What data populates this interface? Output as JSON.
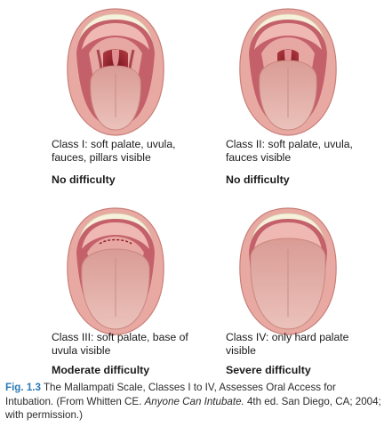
{
  "panels": [
    {
      "class_label": "Class I: soft palate, uvula, fauces, pillars visible",
      "difficulty": "No difficulty",
      "visible_structures": [
        "soft palate",
        "uvula",
        "fauces",
        "pillars"
      ]
    },
    {
      "class_label": "Class II: soft palate, uvula, fauces visible",
      "difficulty": "No difficulty",
      "visible_structures": [
        "soft palate",
        "uvula",
        "fauces"
      ]
    },
    {
      "class_label": "Class III: soft palate, base of uvula visible",
      "difficulty": "Moderate difficulty",
      "visible_structures": [
        "soft palate",
        "base of uvula"
      ]
    },
    {
      "class_label": "Class IV: only hard palate visible",
      "difficulty": "Severe difficulty",
      "visible_structures": [
        "hard palate"
      ]
    }
  ],
  "caption": {
    "figure_number": "Fig. 1.3",
    "text_before_italic": "The Mallampati Scale, Classes I to IV, Assesses Oral Access for Intubation. (From Whitten CE. ",
    "italic_title": "Anyone Can Intubate.",
    "text_after_italic": " 4th ed. San Diego, CA; 2004; with permission.)"
  },
  "colors": {
    "lip": "#e8a9a3",
    "lip_edge": "#c97f78",
    "teeth": "#f6f1dc",
    "palate": "#e7a7a2",
    "throat": "#8d1c25",
    "tongue": "#e2b3ac",
    "caption_accent": "#2a7ab8"
  }
}
